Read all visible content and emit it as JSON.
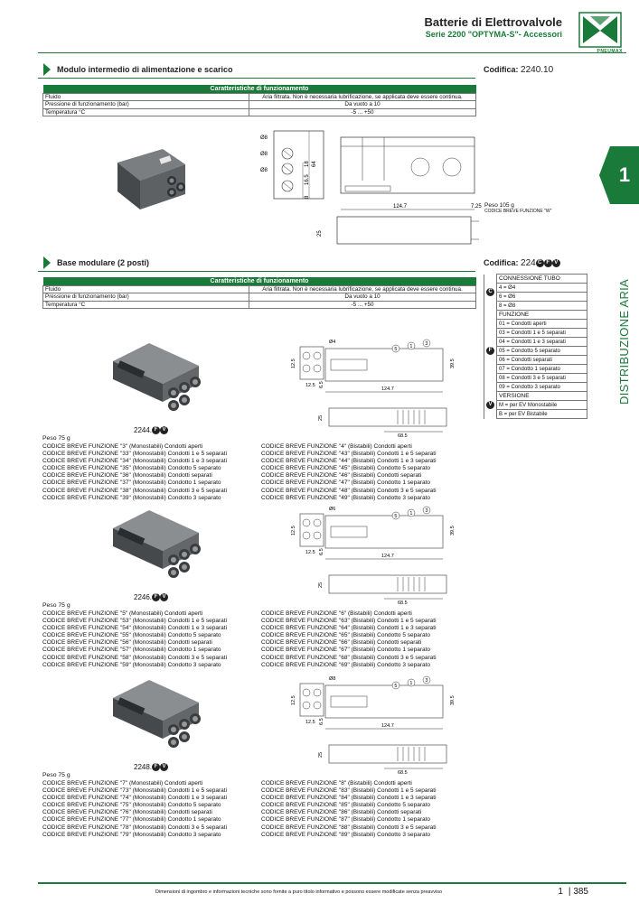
{
  "header": {
    "title": "Batterie di Elettrovalvole",
    "subtitle": "Serie 2200 \"OPTYMA-S\"- Accessori",
    "logo_text": "PNEUMAX"
  },
  "side": {
    "chapter": "1",
    "label": "DISTRIBUZIONE ARIA"
  },
  "section1": {
    "title": "Modulo intermedio di alimentazione e scarico",
    "codifica_label": "Codifica:",
    "codifica_value": "2240.10",
    "table_header": "Caratteristiche di funzionamento",
    "rows": [
      {
        "label": "Fluido",
        "value": "Aria filtrata. Non è necessaria lubrificazione, se applicata deve essere continua."
      },
      {
        "label": "Pressione di funzionamento (bar)",
        "value": "Da vuoto a 10"
      },
      {
        "label": "Temperatura °C",
        "value": "-5 ... +50"
      }
    ],
    "weight": "Peso 105 g",
    "weight_note": "CODICE BREVE FUNZIONE \"W\"",
    "dims": {
      "d1": "Ø8",
      "d2": "Ø8",
      "d3": "Ø8",
      "h1": "64",
      "h2": "18",
      "h3": "16.5",
      "h4": "8",
      "w1": "124.7",
      "w2": "7.25",
      "h5": "25"
    }
  },
  "section2": {
    "title": "Base modulare (2 posti)",
    "codifica_label": "Codifica:",
    "codifica_prefix": "224",
    "codifica_marks": [
      "C",
      "F",
      "V"
    ],
    "table_header": "Caratteristiche di funzionamento",
    "rows": [
      {
        "label": "Fluido",
        "value": "Aria filtrata. Non è necessaria lubrificazione, se applicata deve essere continua."
      },
      {
        "label": "Pressione di funzionamento (bar)",
        "value": "Da vuoto a 10"
      },
      {
        "label": "Temperatura °C",
        "value": "-5 ... +50"
      }
    ]
  },
  "code_table": {
    "groups": [
      {
        "mark": "C",
        "head": "CONNESSIONE TUBO",
        "items": [
          "4 = Ø4",
          "6 = Ø6",
          "8 = Ø8"
        ]
      },
      {
        "mark": "F",
        "head": "FUNZIONE",
        "items": [
          "01 = Condotti aperti",
          "03 = Condotti 1 e 5 separati",
          "04 = Condotti 1 e 3 separati",
          "05 = Condotto 5 separato",
          "06 = Condotti separati",
          "07 = Condotto 1 separato",
          "08 = Condotti 3 e 5 separati",
          "09 = Condotto 3 separato"
        ]
      },
      {
        "mark": "V",
        "head": "VERSIONE",
        "items": [
          "M = per EV Monostabile",
          "B = per EV Bistabile"
        ]
      }
    ]
  },
  "variants": [
    {
      "code": "2244.",
      "marks": [
        "F",
        "V"
      ],
      "peso": "Peso 75 g",
      "dims": {
        "d": "Ø4",
        "h1": "12.5",
        "h2": "39.5",
        "w1": "12.5",
        "w2": "6.5",
        "w3": "124.7",
        "h3": "25",
        "w4": "68.5"
      },
      "ports": [
        "5",
        "1",
        "3"
      ],
      "mono": [
        "CODICE BREVE FUNZIONE \"3\" (Monostabili) Condotti aperti",
        "CODICE BREVE FUNZIONE \"33\" (Monostabili) Condotti 1 e 5 separati",
        "CODICE BREVE FUNZIONE \"34\" (Monostabili) Condotti 1 e 3 separati",
        "CODICE BREVE FUNZIONE \"35\" (Monostabili) Condotto 5 separato",
        "CODICE BREVE FUNZIONE \"36\" (Monostabili) Condotti separati",
        "CODICE BREVE FUNZIONE \"37\" (Monostabili) Condotto 1 separato",
        "CODICE BREVE FUNZIONE \"38\" (Monostabili) Condotti 3 e 5 separati",
        "CODICE BREVE FUNZIONE \"39\" (Monostabili) Condotto 3 separato"
      ],
      "bi": [
        "CODICE BREVE FUNZIONE \"4\" (Bistabili) Condotti aperti",
        "CODICE BREVE FUNZIONE \"43\" (Bistabili) Condotti 1 e 5 separati",
        "CODICE BREVE FUNZIONE \"44\" (Bistabili) Condotti 1 e 3 separati",
        "CODICE BREVE FUNZIONE \"45\" (Bistabili) Condotto 5 separato",
        "CODICE BREVE FUNZIONE \"46\" (Bistabili) Condotti separati",
        "CODICE BREVE FUNZIONE \"47\" (Bistabili) Condotto 1 separato",
        "CODICE BREVE FUNZIONE \"48\" (Bistabili) Condotti 3 e 5 separati",
        "CODICE BREVE FUNZIONE \"49\" (Bistabili) Condotto 3 separato"
      ]
    },
    {
      "code": "2246.",
      "marks": [
        "F",
        "V"
      ],
      "peso": "Peso 75 g",
      "dims": {
        "d": "Ø6",
        "h1": "12.5",
        "h2": "39.5",
        "w1": "12.5",
        "w2": "6.5",
        "w3": "124.7",
        "h3": "25",
        "w4": "68.5"
      },
      "ports": [
        "5",
        "1",
        "3"
      ],
      "mono": [
        "CODICE BREVE FUNZIONE \"5\" (Monostabili) Condotti aperti",
        "CODICE BREVE FUNZIONE \"53\" (Monostabili) Condotti 1 e 5 separati",
        "CODICE BREVE FUNZIONE \"54\" (Monostabili) Condotti 1 e 3 separati",
        "CODICE BREVE FUNZIONE \"55\" (Monostabili) Condotto 5 separato",
        "CODICE BREVE FUNZIONE \"56\" (Monostabili) Condotti separati",
        "CODICE BREVE FUNZIONE \"57\" (Monostabili) Condotto 1 separato",
        "CODICE BREVE FUNZIONE \"58\" (Monostabili) Condotti 3 e 5 separati",
        "CODICE BREVE FUNZIONE \"59\" (Monostabili) Condotto 3 separato"
      ],
      "bi": [
        "CODICE BREVE FUNZIONE \"6\" (Bistabili) Condotti aperti",
        "CODICE BREVE FUNZIONE \"63\" (Bistabili) Condotti 1 e 5 separati",
        "CODICE BREVE FUNZIONE \"64\" (Bistabili) Condotti 1 e 3 separati",
        "CODICE BREVE FUNZIONE \"65\" (Bistabili) Condotto 5 separato",
        "CODICE BREVE FUNZIONE \"66\" (Bistabili) Condotti separati",
        "CODICE BREVE FUNZIONE \"67\" (Bistabili) Condotto 1 separato",
        "CODICE BREVE FUNZIONE \"68\" (Bistabili) Condotti 3 e 5 separati",
        "CODICE BREVE FUNZIONE \"69\" (Bistabili) Condotto 3 separato"
      ]
    },
    {
      "code": "2248.",
      "marks": [
        "F",
        "V"
      ],
      "peso": "Peso 75 g",
      "dims": {
        "d": "Ø8",
        "h1": "12.5",
        "h2": "39.5",
        "w1": "12.5",
        "w2": "6.5",
        "w3": "124.7",
        "h3": "25",
        "w4": "68.5"
      },
      "ports": [
        "5",
        "1",
        "3"
      ],
      "mono": [
        "CODICE BREVE FUNZIONE \"7\" (Monostabili) Condotti aperti",
        "CODICE BREVE FUNZIONE \"73\" (Monostabili) Condotti 1 e 5 separati",
        "CODICE BREVE FUNZIONE \"74\" (Monostabili) Condotti 1 e 3 separati",
        "CODICE BREVE FUNZIONE \"75\" (Monostabili) Condotto 5 separato",
        "CODICE BREVE FUNZIONE \"76\" (Monostabili) Condotti separati",
        "CODICE BREVE FUNZIONE \"77\" (Monostabili) Condotto 1 separato",
        "CODICE BREVE FUNZIONE \"78\" (Monostabili) Condotti 3 e 5 separati",
        "CODICE BREVE FUNZIONE \"79\" (Monostabili) Condotto 3 separato"
      ],
      "bi": [
        "CODICE BREVE FUNZIONE \"8\" (Bistabili) Condotti aperti",
        "CODICE BREVE FUNZIONE \"83\" (Bistabili) Condotti 1 e 5 separati",
        "CODICE BREVE FUNZIONE \"84\" (Bistabili) Condotti 1 e 3 separati",
        "CODICE BREVE FUNZIONE \"85\" (Bistabili) Condotto 5 separato",
        "CODICE BREVE FUNZIONE \"86\" (Bistabili) Condotti separati",
        "CODICE BREVE FUNZIONE \"87\" (Bistabili) Condotto 1 separato",
        "CODICE BREVE FUNZIONE \"88\" (Bistabili) Condotti 3 e 5 separati",
        "CODICE BREVE FUNZIONE \"89\" (Bistabili) Condotto 3 separato"
      ]
    }
  ],
  "footer": {
    "note": "Dimensioni di ingombro e informazioni tecniche sono fornite a puro titolo informativo e possono essere modificate senza preavviso",
    "chapter": "1",
    "page": "385"
  },
  "colors": {
    "brand_green": "#1a7a3a",
    "part_grey": "#55595c"
  }
}
